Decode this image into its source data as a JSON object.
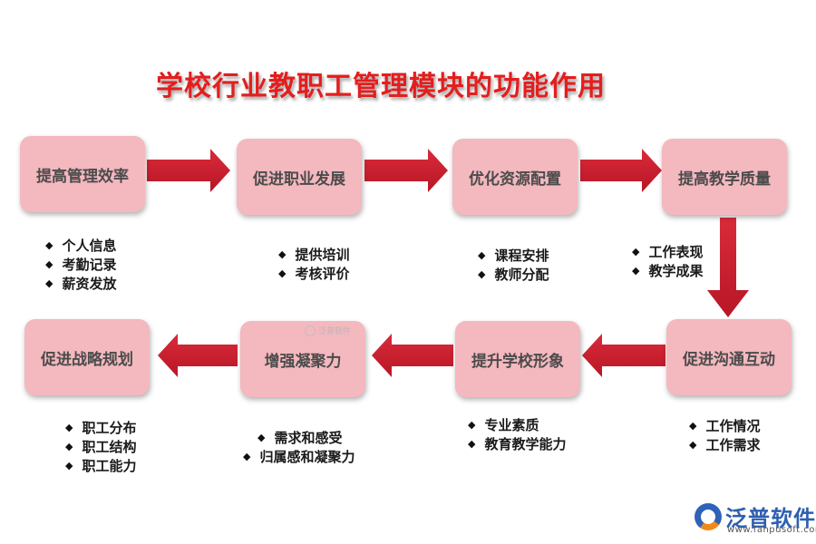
{
  "title": "学校行业教职工管理模块的功能作用",
  "colors": {
    "title": "#e41e1e",
    "box": "#f4b8bf",
    "box_text": "#4b4b4b",
    "arrow": "#c41e2e"
  },
  "boxes": [
    "提高管理效率",
    "促进职业发展",
    "优化资源配置",
    "提高教学质量",
    "促进沟通互动",
    "提升学校形象",
    "增强凝聚力",
    "促进战略规划"
  ],
  "lists": [
    [
      "个人信息",
      "考勤记录",
      "薪资发放"
    ],
    [
      "提供培训",
      "考核评价"
    ],
    [
      "课程安排",
      "教师分配"
    ],
    [
      "工作表现",
      "教学成果"
    ],
    [
      "工作情况",
      "工作需求"
    ],
    [
      "专业素质",
      "教育教学能力"
    ],
    [
      "需求和感受",
      "归属感和凝聚力"
    ],
    [
      "职工分布",
      "职工结构",
      "职工能力"
    ]
  ],
  "bullet_icon": "diamond-bullet-icon",
  "watermark": "泛普软件",
  "logo": {
    "name": "泛普软件",
    "url": "www.fanpusoft.com",
    "icon": "fanpu-logo-icon"
  }
}
